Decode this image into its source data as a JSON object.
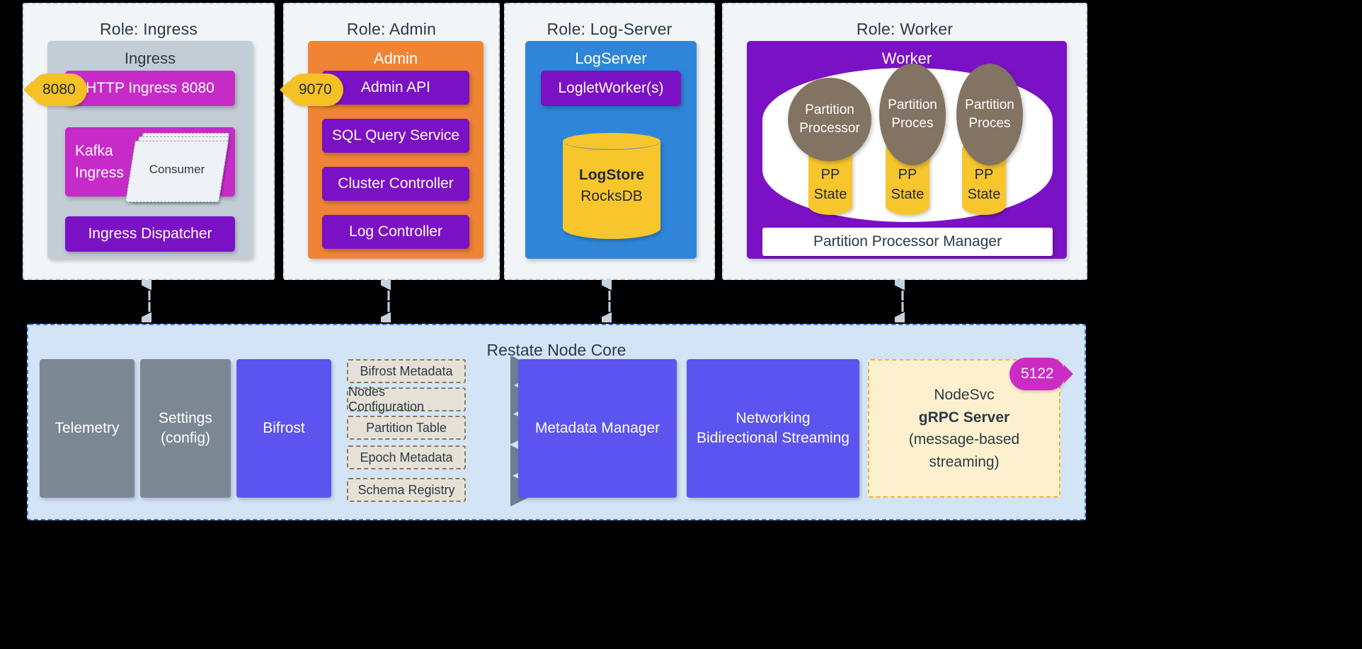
{
  "roles": [
    {
      "title": "Role: Ingress",
      "group": {
        "label": "Ingress",
        "color": "#c3cdd6",
        "title_color": "#2b3a45"
      },
      "port": "8080",
      "services": [
        {
          "label": "HTTP Ingress 8080",
          "style": "magenta"
        },
        {
          "label": "Kafka Ingress",
          "style": "magenta",
          "note": "Consumer"
        },
        {
          "label": "Ingress Dispatcher",
          "style": "purple"
        }
      ]
    },
    {
      "title": "Role: Admin",
      "group": {
        "label": "Admin",
        "color": "#ef8534",
        "title_color": "#ffffff"
      },
      "port": "9070",
      "services": [
        {
          "label": "Admin API",
          "style": "purple"
        },
        {
          "label": "SQL Query Service",
          "style": "purple"
        },
        {
          "label": "Cluster Controller",
          "style": "purple"
        },
        {
          "label": "Log Controller",
          "style": "purple"
        }
      ]
    },
    {
      "title": "Role: Log-Server",
      "group": {
        "label": "LogServer",
        "color": "#2f86d8",
        "title_color": "#ffffff"
      },
      "services": [
        {
          "label": "LogletWorker(s)",
          "style": "purple"
        }
      ],
      "store": {
        "name": "LogStore",
        "engine": "RocksDB"
      }
    },
    {
      "title": "Role: Worker",
      "group": {
        "label": "Worker",
        "color": "#7b11c4",
        "title_color": "#ffffff"
      },
      "processors": [
        {
          "label": "Partition Processor",
          "state": "PP State"
        },
        {
          "label": "Partition Proces",
          "state": "PP State"
        },
        {
          "label": "Partition Proces",
          "state": "PP State"
        }
      ],
      "manager": "Partition Processor Manager"
    }
  ],
  "core": {
    "title": "Restate Node Core",
    "cards": [
      {
        "label": "Telemetry",
        "style": "gray"
      },
      {
        "label": "Settings\n(config)",
        "style": "gray"
      },
      {
        "label": "Bifrost",
        "style": "indigo"
      },
      {
        "label": "Metadata Manager",
        "style": "indigo"
      },
      {
        "label": "Networking\nBidirectional Streaming",
        "style": "indigo"
      }
    ],
    "metadata_items": [
      "Bifrost Metadata",
      "Nodes Configuration",
      "Partition Table",
      "Epoch Metadata",
      "Schema Registry"
    ],
    "nodesvc": {
      "name": "NodeSvc",
      "kind": "gRPC Server",
      "detail": "(message-based\nstreaming)",
      "port": "5122"
    }
  },
  "colors": {
    "purple": "#7b11c4",
    "magenta": "#c62bc8",
    "orange": "#ef8534",
    "blue": "#2f86d8",
    "yellow": "#f7c62c",
    "indigo": "#5b54ef",
    "gray": "#7b8894",
    "taupe": "#837362",
    "core_bg": "#d4e4f7",
    "panel_bg": "#f1f5f8"
  }
}
